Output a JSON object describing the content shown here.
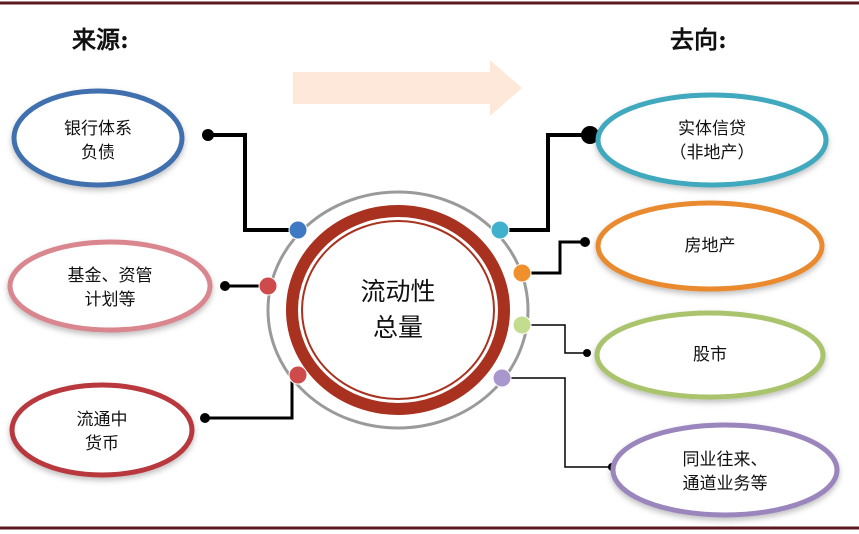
{
  "headings": {
    "sources": "来源:",
    "destinations": "去向:"
  },
  "center": {
    "line1": "流动性",
    "line2": "总量"
  },
  "sources": [
    {
      "line1": "银行体系",
      "line2": "负债",
      "color": "#3f6fae"
    },
    {
      "line1": "基金、资管",
      "line2": "计划等",
      "color": "#d9868f"
    },
    {
      "line1": "流通中",
      "line2": "货币",
      "color": "#b8393c"
    }
  ],
  "destinations": [
    {
      "line1": "实体信贷",
      "line2": "（非地产）",
      "color": "#3fa9bd"
    },
    {
      "line1": "房地产",
      "line2": "",
      "color": "#e98a2d"
    },
    {
      "line1": "股市",
      "line2": "",
      "color": "#a9c46c"
    },
    {
      "line1": "同业往来、",
      "line2": "通道业务等",
      "color": "#9a86bd"
    }
  ],
  "colors": {
    "border": "#5a1a1f",
    "center_ring": "#a8321f",
    "arrow": "#fde8da"
  }
}
